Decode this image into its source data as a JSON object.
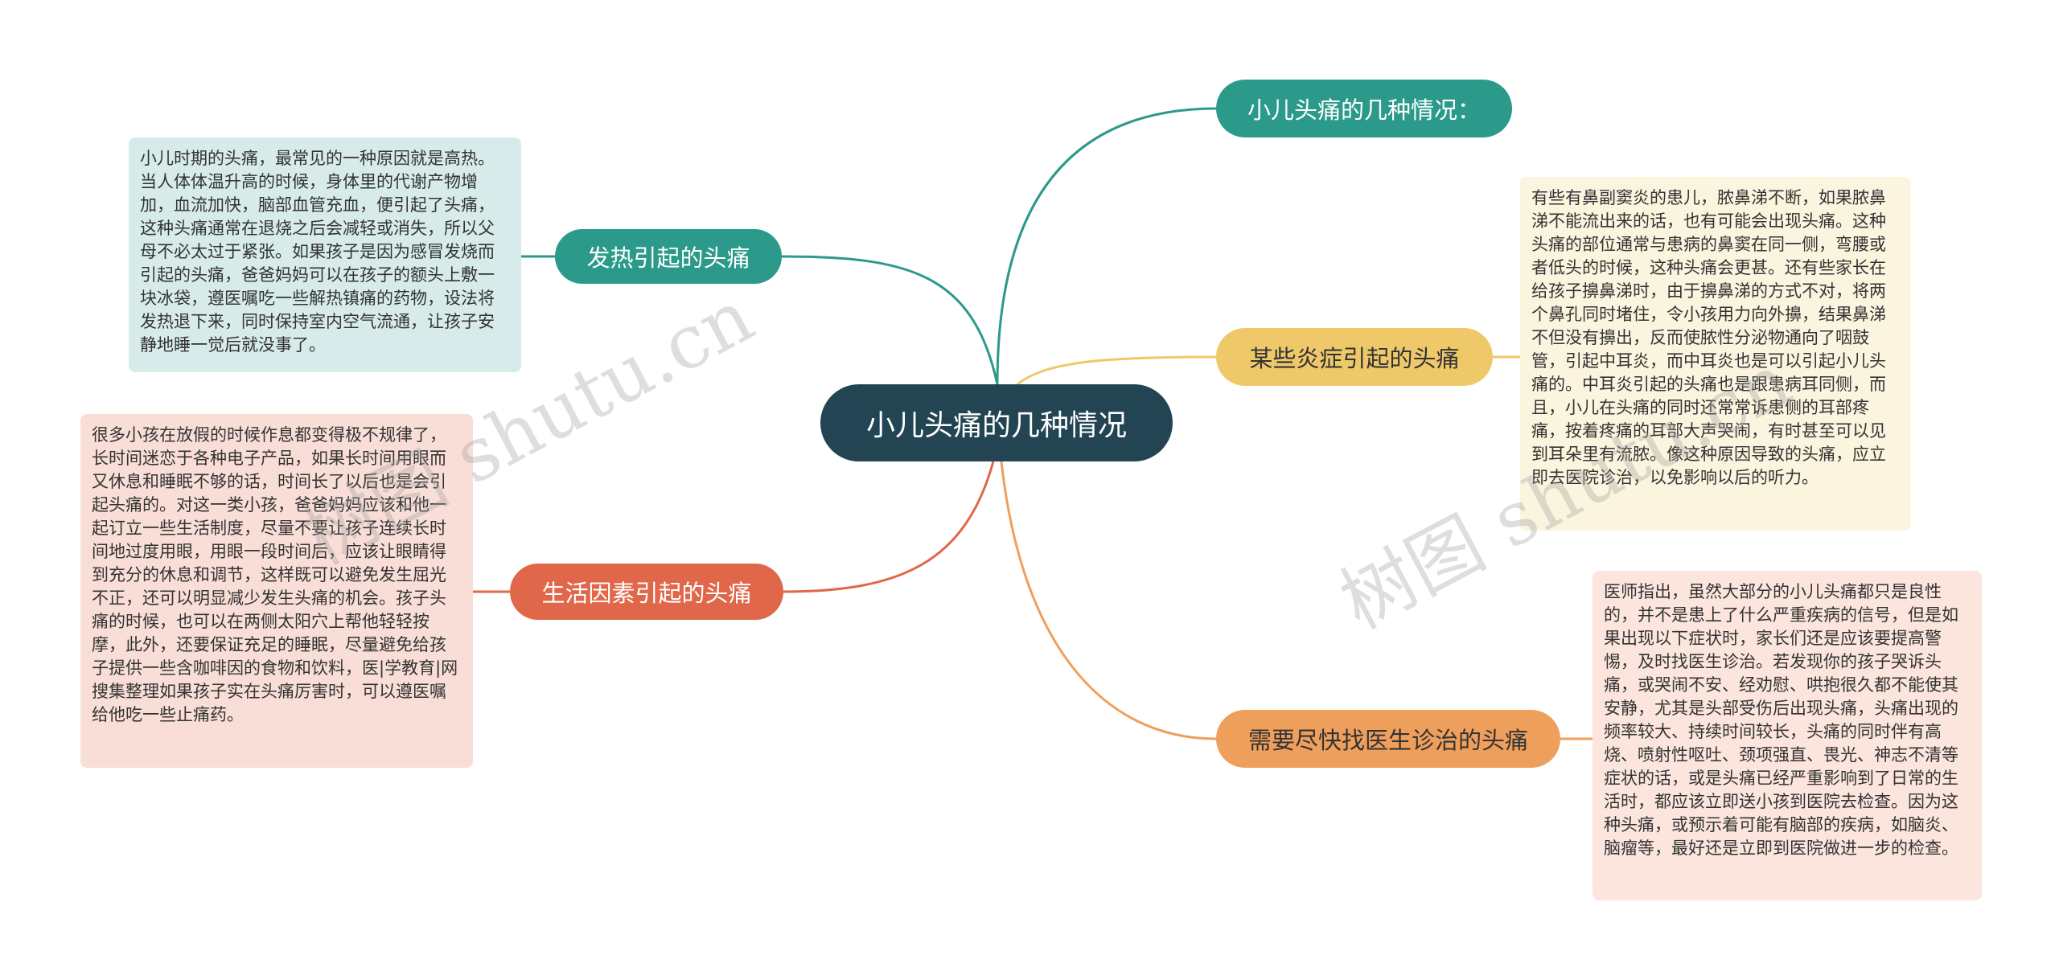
{
  "root": {
    "label": "小儿头痛的几种情况"
  },
  "right": [
    {
      "label": "小儿头痛的几种情况：",
      "color": "#2b9a8a"
    },
    {
      "label": "某些炎症引起的头痛",
      "color": "#efc86a",
      "note": "有些有鼻副窦炎的患儿，脓鼻涕不断，如果脓鼻涕不能流出来的话，也有可能会出现头痛。这种头痛的部位通常与患病的鼻窦在同一侧，弯腰或者低头的时候，这种头痛会更甚。还有些家长在给孩子擤鼻涕时，由于擤鼻涕的方式不对，将两个鼻孔同时堵住，令小孩用力向外擤，结果鼻涕不但没有擤出，反而使脓性分泌物通向了咽鼓管，引起中耳炎，而中耳炎也是可以引起小儿头痛的。中耳炎引起的头痛也是跟患病耳同侧，而且，小儿在头痛的同时还常常诉患侧的耳部疼痛，按着疼痛的耳部大声哭闹，有时甚至可以见到耳朵里有流脓。像这种原因导致的头痛，应立即去医院诊治，以免影响以后的听力。"
    },
    {
      "label": "需要尽快找医生诊治的头痛",
      "color": "#ef9f5c",
      "note": "医师指出，虽然大部分的小儿头痛都只是良性的，并不是患上了什么严重疾病的信号，但是如果出现以下症状时，家长们还是应该要提高警惕，及时找医生诊治。若发现你的孩子哭诉头痛，或哭闹不安、经劝慰、哄抱很久都不能使其安静，尤其是头部受伤后出现头痛，头痛出现的频率较大、持续时间较长，头痛的同时伴有高烧、喷射性呕吐、颈项强直、畏光、神志不清等症状的话，或是头痛已经严重影响到了日常的生活时，都应该立即送小孩到医院去检查。因为这种头痛，或预示着可能有脑部的疾病，如脑炎、脑瘤等，最好还是立即到医院做进一步的检查。"
    }
  ],
  "left": [
    {
      "label": "发热引起的头痛",
      "color": "#2b9a8a",
      "note": "小儿时期的头痛，最常见的一种原因就是高热。当人体体温升高的时候，身体里的代谢产物增加，血流加快，脑部血管充血，便引起了头痛，这种头痛通常在退烧之后会减轻或消失，所以父母不必太过于紧张。如果孩子是因为感冒发烧而引起的头痛，爸爸妈妈可以在孩子的额头上敷一块冰袋，遵医嘱吃一些解热镇痛的药物，设法将发热退下来，同时保持室内空气流通，让孩子安静地睡一觉后就没事了。"
    },
    {
      "label": "生活因素引起的头痛",
      "color": "#e0674a",
      "note": "很多小孩在放假的时候作息都变得极不规律了，长时间迷恋于各种电子产品，如果长时间用眼而又休息和睡眠不够的话，时间长了以后也是会引起头痛的。对这一类小孩，爸爸妈妈应该和他一起订立一些生活制度，尽量不要让孩子连续长时间地过度用眼，用眼一段时间后，应该让眼睛得到充分的休息和调节，这样既可以避免发生屈光不正，还可以明显减少发生头痛的机会。孩子头痛的时候，也可以在两侧太阳穴上帮他轻轻按摩，此外，还要保证充足的睡眠，尽量避免给孩子提供一些含咖啡因的食物和饮料，医|学教育|网搜集整理如果孩子实在头痛厉害时，可以遵医嘱给他吃一些止痛药。"
    }
  ],
  "watermarks": [
    "树图 shutu.cn",
    "树图 shutu.cn"
  ]
}
